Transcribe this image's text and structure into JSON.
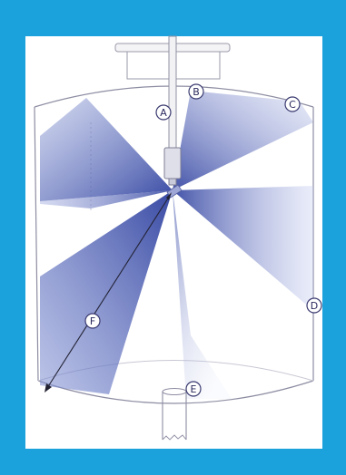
{
  "diagram": {
    "labels": {
      "a": "A",
      "b": "B",
      "c": "C",
      "d": "D",
      "e": "E",
      "f": "F"
    },
    "colors": {
      "frame": "#1ba2dd",
      "panel": "#ffffff",
      "tank_outline": "#8a8aa0",
      "spray": "#3c50a8",
      "label_ring": "#3a3a70"
    }
  }
}
